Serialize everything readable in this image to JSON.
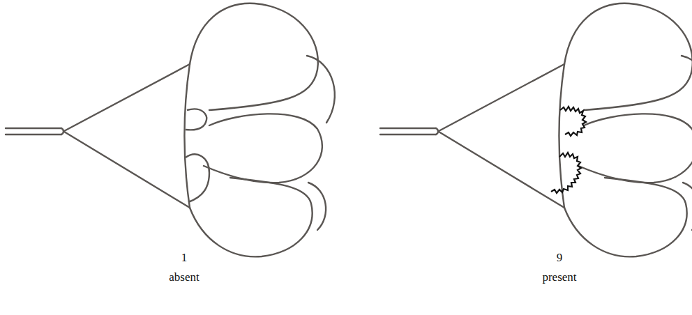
{
  "diagram": {
    "labels": [
      "1",
      "absent",
      "9",
      "present"
    ]
  }
}
